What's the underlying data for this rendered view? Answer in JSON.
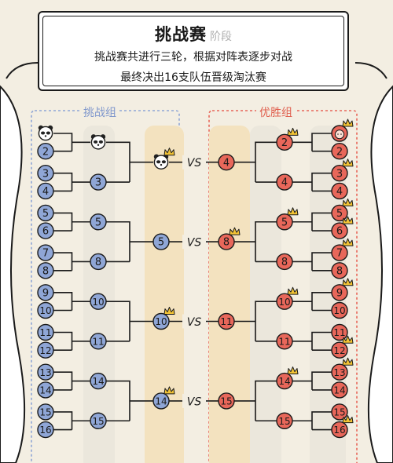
{
  "header": {
    "title": "挑战赛",
    "subtitle": "阶段",
    "line1": "挑战赛共进行三轮，根据对阵表逐步对战",
    "line2": "最终决出16支队伍晋级淘汰赛"
  },
  "groups": {
    "left_label": "挑战组",
    "right_label": "优胜组",
    "vs_label": "VS"
  },
  "colors": {
    "blue": "#8fa6d6",
    "red": "#e8675a",
    "lane_gray": "#ebe7dc",
    "lane_gold": "#f3e2bf",
    "crown": "#f2c335",
    "line": "#1a1a1a"
  },
  "bracket": {
    "left_round1": [
      {
        "icon": "panda-icon"
      },
      "2",
      "3",
      "4",
      "5",
      "6",
      "7",
      "8",
      "9",
      "10",
      "11",
      "12",
      "13",
      "14",
      "15",
      "16"
    ],
    "left_round2": [
      {
        "icon": "panda-icon"
      },
      "3",
      "5",
      "8",
      "10",
      "11",
      "14",
      "15"
    ],
    "left_final": [
      {
        "icon": "panda-icon",
        "crown": true
      },
      "5",
      {
        "label": "10",
        "crown": true
      },
      {
        "label": "14",
        "crown": true
      }
    ],
    "right_final": [
      "4",
      {
        "label": "8",
        "crown": true
      },
      "11",
      "15"
    ],
    "right_round2": [
      {
        "label": "2",
        "crown": true
      },
      "4",
      {
        "label": "5",
        "crown": true
      },
      "8",
      {
        "label": "10",
        "crown": true
      },
      "11",
      {
        "label": "14",
        "crown": true
      },
      "15"
    ],
    "right_round1": [
      {
        "icon": "girl-icon",
        "crown": true
      },
      "2",
      {
        "label": "3",
        "crown": true
      },
      "4",
      {
        "label": "5",
        "crown": true
      },
      {
        "label": "6",
        "crown": true
      },
      {
        "label": "7",
        "crown": true
      },
      "8",
      {
        "label": "9",
        "crown": true
      },
      "10",
      "11",
      {
        "label": "12",
        "crown": true
      },
      {
        "label": "13",
        "crown": true
      },
      "14",
      "15",
      {
        "label": "16",
        "crown": true
      }
    ]
  }
}
